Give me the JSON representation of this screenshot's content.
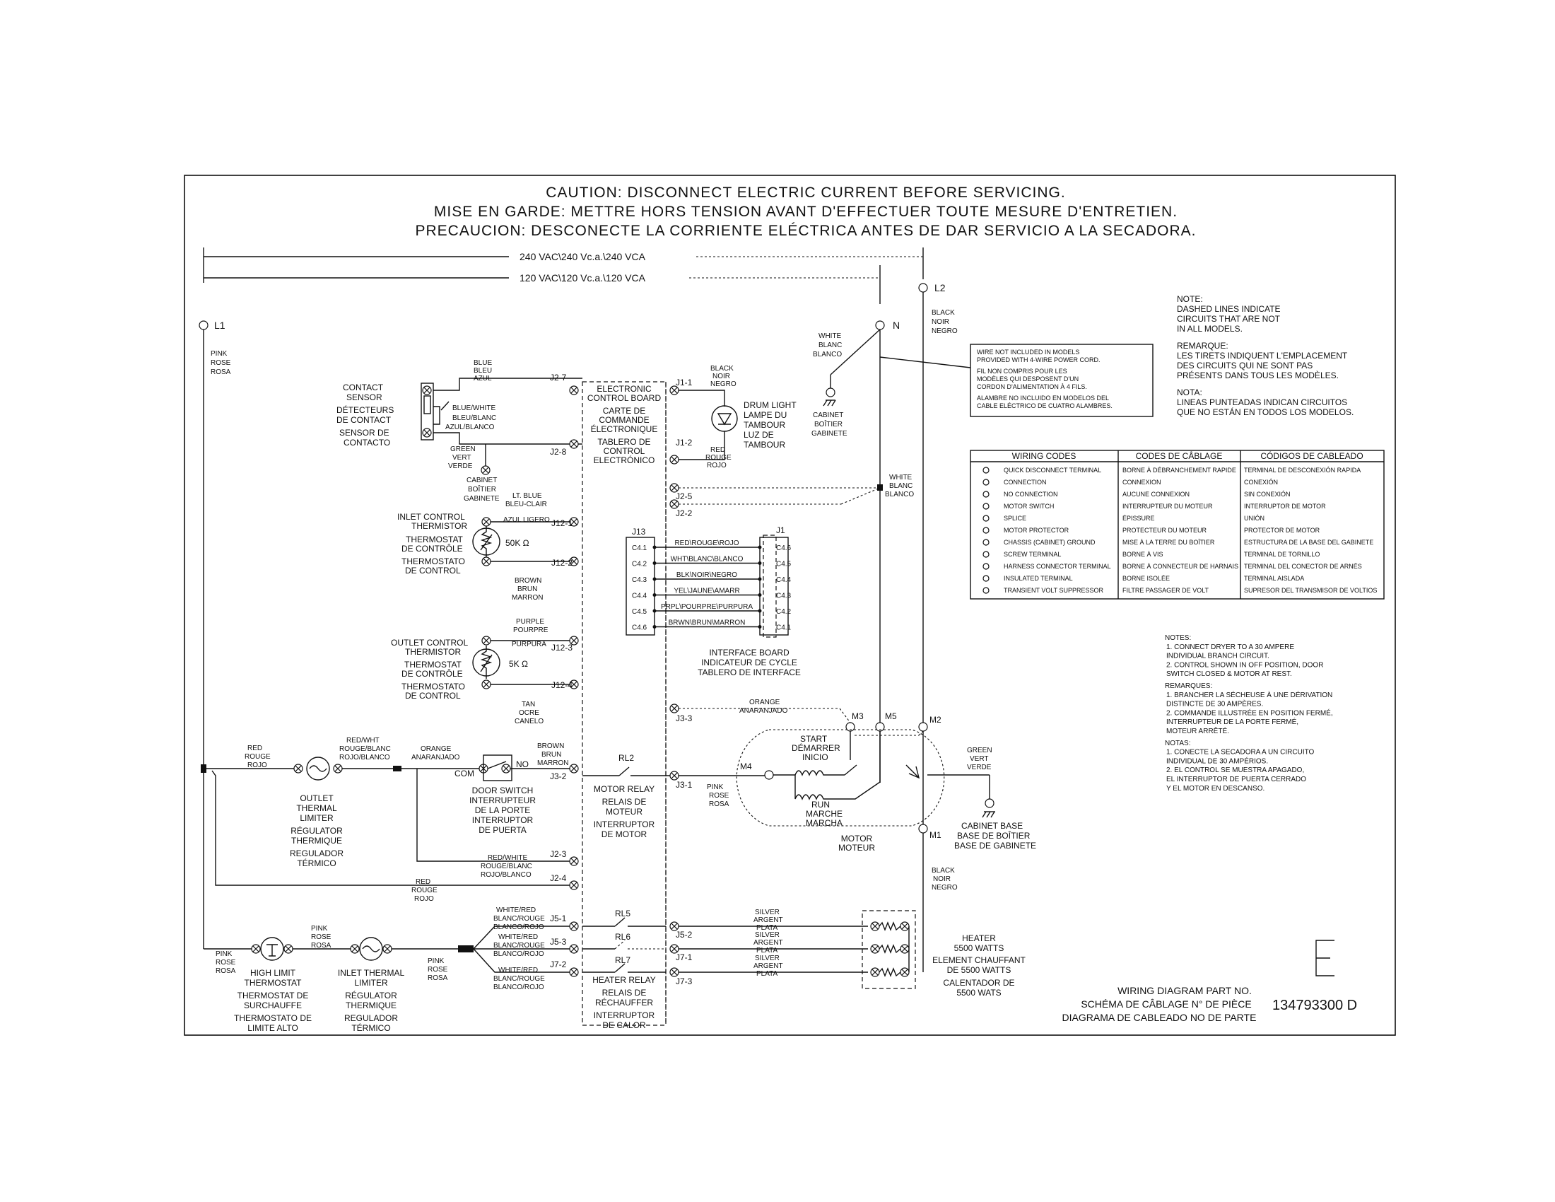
{
  "caution": [
    "CAUTION: DISCONNECT ELECTRIC CURRENT BEFORE SERVICING.",
    "MISE EN GARDE: METTRE HORS TENSION AVANT D'EFFECTUER TOUTE MESURE D'ENTRETIEN.",
    "PRECAUCION: DESCONECTE LA CORRIENTE ELÉCTRICA ANTES DE DAR SERVICIO A LA SECADORA."
  ],
  "voltage": {
    "v240": "240 VAC\\240 Vc.a.\\240 VCA",
    "v120": "120 VAC\\120 Vc.a.\\120 VCA"
  },
  "lines": {
    "l1": "L1",
    "l2": "L2",
    "n": "N"
  },
  "wire_labels": {
    "pink_l1": [
      "PINK",
      "ROSE",
      "ROSA"
    ],
    "black_l2": [
      "BLACK",
      "NOIR",
      "NEGRO"
    ],
    "white_n": [
      "WHITE",
      "BLANC",
      "BLANCO"
    ],
    "blue": [
      "BLUE",
      "BLEU",
      "AZUL"
    ],
    "blue_white": [
      "BLUE/WHITE",
      "BLEU/BLANC",
      "AZUL/BLANCO"
    ],
    "green_vert": [
      "GREEN",
      "VERT",
      "VERDE"
    ],
    "black_j1": [
      "BLACK",
      "NOIR",
      "NEGRO"
    ],
    "red_j1": [
      "RED",
      "ROUGE",
      "ROJO"
    ],
    "white_j25": [
      "WHITE",
      "BLANC",
      "BLANCO"
    ],
    "lt_blue": [
      "LT. BLUE",
      "BLEU-CLAIR",
      "AZUL LIGERO"
    ],
    "brown_j12": [
      "BROWN",
      "BRUN",
      "MARRON"
    ],
    "purple": [
      "PURPLE",
      "POURPRE",
      "PURPURA"
    ],
    "tan": [
      "TAN",
      "OCRE",
      "CANELO"
    ],
    "orange_j33": [
      "ORANGE",
      "ANARANJADO"
    ],
    "red_outlet": [
      "RED",
      "ROUGE",
      "ROJO"
    ],
    "red_wht": [
      "RED/WHT",
      "ROUGE/BLANC",
      "ROJO/BLANCO"
    ],
    "orange_door": [
      "ORANGE",
      "ANARANJADO"
    ],
    "brown_door": [
      "BROWN",
      "BRUN",
      "MARRON"
    ],
    "pink_j31": [
      "PINK",
      "ROSE",
      "ROSA"
    ],
    "green_cab": [
      "GREEN",
      "VERT",
      "VERDE"
    ],
    "red_white_j23": [
      "RED/WHITE",
      "ROUGE/BLANC",
      "ROJO/BLANCO"
    ],
    "red_j24": [
      "RED",
      "ROUGE",
      "ROJO"
    ],
    "black_m1": [
      "BLACK",
      "NOIR",
      "NEGRO"
    ],
    "white_red_1": [
      "WHITE/RED",
      "BLANC/ROUGE",
      "BLANCO/ROJO"
    ],
    "white_red_2": [
      "WHITE/RED",
      "BLANC/ROUGE",
      "BLANCO/ROJO"
    ],
    "white_red_3": [
      "WHITE/RED",
      "BLANC/ROUGE",
      "BLANCO/ROJO"
    ],
    "silver_1": [
      "SILVER",
      "ARGENT",
      "PLATA"
    ],
    "silver_2": [
      "SILVER",
      "ARGENT",
      "PLATA"
    ],
    "silver_3": [
      "SILVER",
      "ARGENT",
      "PLATA"
    ],
    "pink_high": [
      "PINK",
      "ROSE",
      "ROSA"
    ],
    "pink_mid": [
      "PINK",
      "ROSE",
      "ROSA"
    ],
    "pink_right": [
      "PINK",
      "ROSE",
      "ROSA"
    ]
  },
  "components": {
    "contact_sensor": [
      "CONTACT",
      "SENSOR",
      "DÉTECTEURS",
      "DE CONTACT",
      "SENSOR DE",
      "CONTACTO"
    ],
    "cabinet_ground_top": [
      "CABINET",
      "BOÎTIER",
      "GABINETE"
    ],
    "cabinet_n": [
      "CABINET",
      "BOÎTIER",
      "GABINETE"
    ],
    "control_board": [
      "ELECTRONIC",
      "CONTROL BOARD",
      "CARTE DE",
      "COMMANDE",
      "ÉLECTRONIQUE",
      "TABLERO DE",
      "CONTROL",
      "ELECTRÓNICO"
    ],
    "drum_light": [
      "DRUM LIGHT",
      "LAMPE DU",
      "TAMBOUR",
      "LUZ DE",
      "TAMBOUR"
    ],
    "inlet_thermistor": [
      "INLET CONTROL",
      "THERMISTOR",
      "THERMOSTAT",
      "DE CONTRÔLE",
      "THERMOSTATO",
      "DE CONTROL"
    ],
    "inlet_value": "50K Ω",
    "outlet_thermistor": [
      "OUTLET CONTROL",
      "THERMISTOR",
      "THERMOSTAT",
      "DE CONTRÔLE",
      "THERMOSTATO",
      "DE CONTROL"
    ],
    "outlet_value": "5K Ω",
    "interface_board": [
      "INTERFACE BOARD",
      "INDICATEUR DE CYCLE",
      "TABLERO DE INTERFACE"
    ],
    "outlet_limiter": [
      "OUTLET",
      "THERMAL",
      "LIMITER",
      "RÉGULATOR",
      "THERMIQUE",
      "REGULADOR",
      "TÉRMICO"
    ],
    "door_switch": [
      "DOOR SWITCH",
      "INTERRUPTEUR",
      "DE LA PORTE",
      "INTERRUPTOR",
      "DE PUERTA"
    ],
    "motor_relay": [
      "MOTOR RELAY",
      "RELAIS DE",
      "MOTEUR",
      "INTERRUPTOR",
      "DE MOTOR"
    ],
    "motor": [
      "MOTOR",
      "MOTEUR"
    ],
    "start": [
      "START",
      "DÉMARRER",
      "INICIO"
    ],
    "run": [
      "RUN",
      "MARCHE",
      "MARCHA"
    ],
    "cabinet_base": [
      "CABINET BASE",
      "BASE DE BOÎTIER",
      "BASE DE GABINETE"
    ],
    "high_limit": [
      "HIGH LIMIT",
      "THERMOSTAT",
      "THERMOSTAT DE",
      "SURCHAUFFE",
      "THERMOSTATO DE",
      "LIMITE ALTO"
    ],
    "inlet_limiter": [
      "INLET THERMAL",
      "LIMITER",
      "RÉGULATOR",
      "THERMIQUE",
      "REGULADOR",
      "TÉRMICO"
    ],
    "heater_relay": [
      "HEATER RELAY",
      "RELAIS DE",
      "RÉCHAUFFER",
      "INTERRUPTOR",
      "DE CALOR"
    ],
    "heater": [
      "HEATER",
      "5500 WATTS",
      "ELEMENT CHAUFFANT",
      "DE 5500 WATTS",
      "CALENTADOR DE",
      "5500 WATS"
    ]
  },
  "connectors": {
    "j27": "J2-7",
    "j28": "J2-8",
    "j11": "J1-1",
    "j12": "J1-2",
    "j25": "J2-5",
    "j22": "J2-2",
    "j121": "J12-1",
    "j122": "J12-2",
    "j123": "J12-3",
    "j124": "J12-4",
    "j33": "J3-3",
    "j32": "J3-2",
    "j31": "J3-1",
    "j23": "J2-3",
    "j24": "J2-4",
    "j51": "J5-1",
    "j53": "J5-3",
    "j72": "J7-2",
    "j52": "J5-2",
    "j71": "J7-1",
    "j73": "J7-3",
    "j13": "J13",
    "j1": "J1",
    "rl2": "RL2",
    "rl5": "RL5",
    "rl6": "RL6",
    "rl7": "RL7",
    "com": "COM",
    "no": "NO",
    "m1": "M1",
    "m2": "M2",
    "m3": "M3",
    "m4": "M4",
    "m5": "M5"
  },
  "harness": {
    "left_pins": [
      "C4.1",
      "C4.2",
      "C4.3",
      "C4.4",
      "C4.5",
      "C4.6"
    ],
    "right_pins": [
      "C4.6",
      "C4.5",
      "C4.4",
      "C4.3",
      "C4.2",
      "C4.1"
    ],
    "wires": [
      "RED\\ROUGE\\ROJO",
      "WHT\\BLANC\\BLANCO",
      "BLK\\NOIR\\NEGRO",
      "YEL\\JAUNE\\AMARR",
      "PRPL\\POURPRE\\PURPURA",
      "BRWN\\BRUN\\MARRON"
    ]
  },
  "wire_note": [
    "WIRE NOT INCLUDED IN MODELS",
    "PROVIDED WITH 4-WIRE POWER CORD.",
    "FIL NON COMPRIS POUR LES",
    "MODÈLES QUI DESPOSENT D'UN",
    "CORDON D'ALIMENTATION À 4 FILS.",
    "ALAMBRE NO INCLUIDO EN MODELOS DEL",
    "CABLE ELÉCTRICO DE CUATRO ALAMBRES."
  ],
  "note_dashed": [
    "NOTE:",
    "DASHED LINES INDICATE",
    "CIRCUITS THAT ARE NOT",
    "IN ALL MODELS.",
    "REMARQUE:",
    "LES TIRETS INDIQUENT L'EMPLACEMENT",
    "DES CIRCUITS QUI NE SONT PAS",
    "PRÉSENTS DANS TOUS LES MODÈLES.",
    "NOTA:",
    "LINEAS PUNTEADAS INDICAN CIRCUITOS",
    "QUE NO ESTÁN EN TODOS LOS MODELOS."
  ],
  "codes_table": {
    "headers": [
      "WIRING CODES",
      "CODES DE CÂBLAGE",
      "CÓDIGOS DE CABLEADO"
    ],
    "rows": [
      [
        "QUICK DISCONNECT TERMINAL",
        "BORNE À DÉBRANCHEMENT RAPIDE",
        "TERMINAL DE DESCONEXIÓN RAPIDA"
      ],
      [
        "CONNECTION",
        "CONNEXION",
        "CONEXIÓN"
      ],
      [
        "NO CONNECTION",
        "AUCUNE CONNEXION",
        "SIN CONEXIÓN"
      ],
      [
        "MOTOR SWITCH",
        "INTERRUPTEUR DU MOTEUR",
        "INTERRUPTOR DE MOTOR"
      ],
      [
        "SPLICE",
        "ÉPISSURE",
        "UNIÓN"
      ],
      [
        "MOTOR PROTECTOR",
        "PROTECTEUR DU MOTEUR",
        "PROTECTOR DE MOTOR"
      ],
      [
        "CHASSIS (CABINET) GROUND",
        "MISE À LA TERRE DU BOÎTIER",
        "ESTRUCTURA DE LA BASE DEL GABINETE"
      ],
      [
        "SCREW TERMINAL",
        "BORNE À VIS",
        "TERMINAL DE TORNILLO"
      ],
      [
        "HARNESS CONNECTOR TERMINAL",
        "BORNE À CONNECTEUR DE HARNAIS",
        "TERMINAL DEL CONECTOR DE ARNÉS"
      ],
      [
        "INSULATED TERMINAL",
        "BORNE ISOLÉE",
        "TERMINAL AISLADA"
      ],
      [
        "TRANSIENT VOLT SUPPRESSOR",
        "FILTRE PASSAGER DE VOLT",
        "SUPRESOR DEL TRANSMISOR DE VOLTIOS"
      ]
    ]
  },
  "notes_lower": [
    "NOTES:",
    "1. CONNECT DRYER TO A 30 AMPERE",
    "    INDIVIDUAL BRANCH CIRCUIT.",
    "2. CONTROL SHOWN IN OFF POSITION, DOOR",
    "    SWITCH CLOSED & MOTOR AT REST.",
    "REMARQUES:",
    "1. BRANCHER LA SÉCHEUSE À UNE DÉRIVATION",
    "    DISTINCTE DE 30 AMPÈRES.",
    "2. COMMANDE ILLUSTRÉE EN POSITION FERMÉ,",
    "    INTERRUPTEUR DE LA PORTE FERMÉ,",
    "    MOTEUR ARRÊTÉ.",
    "NOTAS:",
    "1. CONECTE LA SECADORA A UN CIRCUITO",
    "    INDIVIDUAL DE 30 AMPÉRIOS.",
    "2. EL CONTROL SE MUESTRA APAGADO,",
    "    EL INTERRUPTOR DE PUERTA CERRADO",
    "    Y EL MOTOR EN DESCANSO."
  ],
  "revision_letter": "E",
  "part_block": {
    "lines": [
      "WIRING DIAGRAM PART NO.",
      "SCHÉMA DE CÂBLAGE N° DE PIÈCE",
      "DIAGRAMA DE CABLEADO NO DE PARTE"
    ],
    "number": "134793300 D"
  }
}
